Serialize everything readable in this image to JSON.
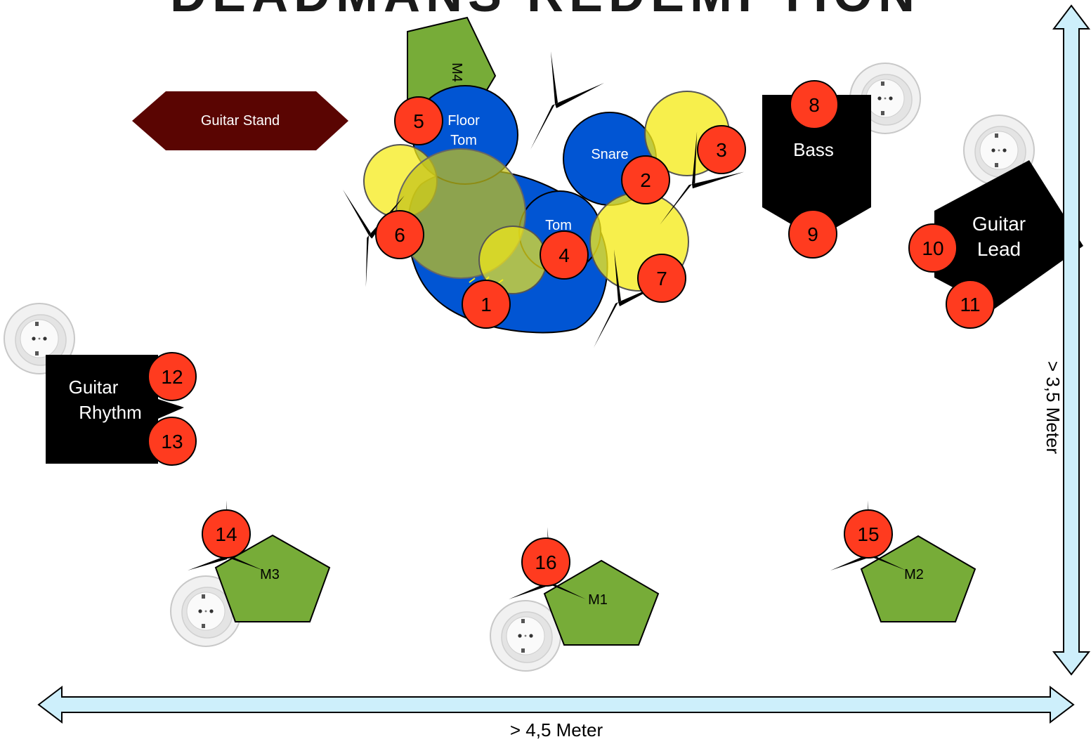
{
  "banner": {
    "title": "DEADMANS REDEMPTION"
  },
  "colors": {
    "drum": "#0155D3",
    "cymbal": "#F5EB1A",
    "amp": "#000000",
    "monitor": "#77AC38",
    "marker": "#FF3B1F",
    "dimension_arrow": "#CDEFFB",
    "guitar_stand": "#5A0502"
  },
  "guitar_stand": {
    "label": "Guitar Stand"
  },
  "drums": {
    "floor_tom": {
      "label_line1": "Floor",
      "label_line2": "Tom"
    },
    "snare": {
      "label": "Snare"
    },
    "tom": {
      "label": "Tom"
    }
  },
  "amps": {
    "bass": {
      "label": "Bass"
    },
    "lead": {
      "label_line1": "Guitar",
      "label_line2": "Lead"
    },
    "rhythm": {
      "label_line1": "Guitar",
      "label_line2": "Rhythm"
    }
  },
  "monitors": {
    "m1": "M1",
    "m2": "M2",
    "m3": "M3",
    "m4": "M4"
  },
  "markers": [
    "1",
    "2",
    "3",
    "4",
    "5",
    "6",
    "7",
    "8",
    "9",
    "10",
    "11",
    "12",
    "13",
    "14",
    "15",
    "16"
  ],
  "dimensions": {
    "width_label": "> 4,5 Meter",
    "depth_label": "> 3,5  Meter"
  },
  "icons": [
    "power-outlet-icon",
    "microphone-stand-icon"
  ]
}
